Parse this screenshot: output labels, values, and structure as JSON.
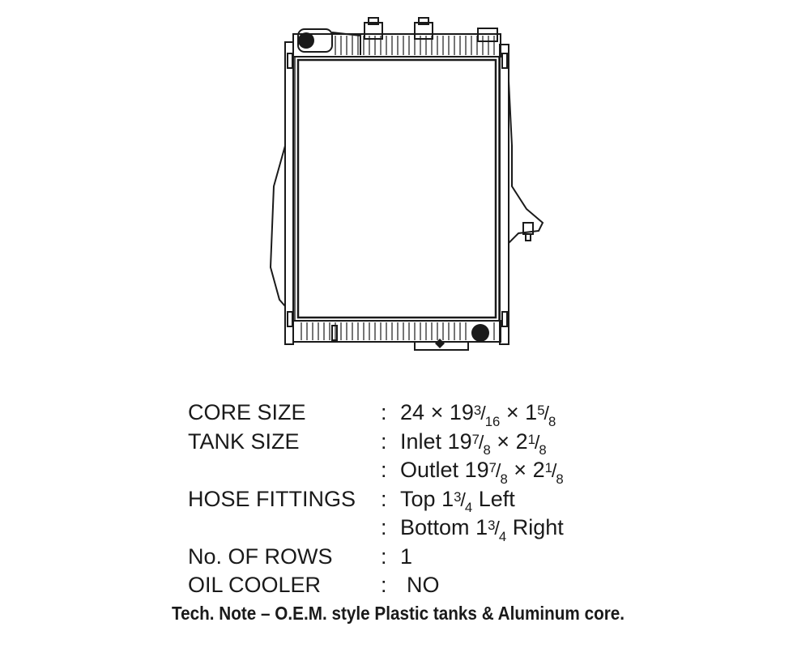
{
  "specs": {
    "core_size": {
      "label": "CORE SIZE",
      "colon": ":",
      "parts": [
        "24",
        "×",
        "19",
        "3/16",
        "×",
        "1",
        "5/8"
      ]
    },
    "tank_size": {
      "label": "TANK SIZE",
      "inlet": {
        "colon": ":",
        "prefix": "Inlet",
        "whole1": "19",
        "frac1": "7/8",
        "times": "×",
        "whole2": "2",
        "frac2": "1/8"
      },
      "outlet": {
        "colon": ":",
        "prefix": "Outlet",
        "whole1": "19",
        "frac1": "7/8",
        "times": "×",
        "whole2": "2",
        "frac2": "1/8"
      }
    },
    "hose_fittings": {
      "label": "HOSE FITTINGS",
      "top": {
        "colon": ":",
        "prefix": "Top",
        "whole": "1",
        "frac": "3/4",
        "side": "Left"
      },
      "bottom": {
        "colon": ":",
        "prefix": "Bottom",
        "whole": "1",
        "frac": "3/4",
        "side": "Right"
      }
    },
    "rows": {
      "label": "No. OF ROWS",
      "colon": ":",
      "value": "1"
    },
    "oil_cooler": {
      "label": "OIL COOLER",
      "colon": ":",
      "value": "NO"
    }
  },
  "tech_note": "Tech. Note – O.E.M. style Plastic tanks & Aluminum core.",
  "colors": {
    "ink": "#1a1a1a",
    "background": "#ffffff"
  }
}
